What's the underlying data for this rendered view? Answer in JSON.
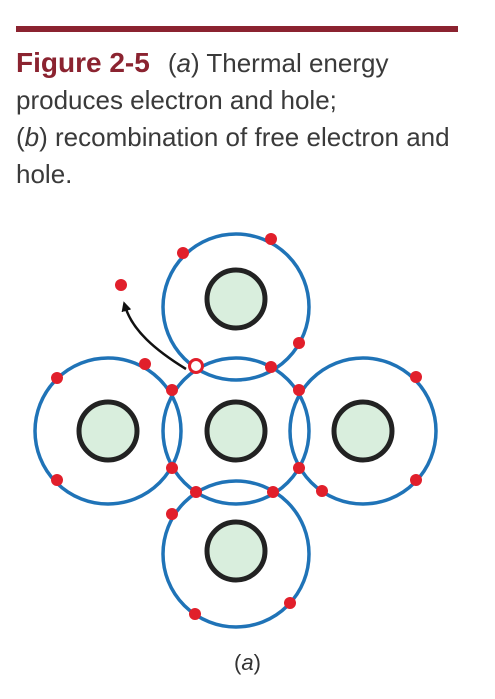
{
  "caption": {
    "figure_label": "Figure 2-5",
    "a_open": "(",
    "a_letter": "a",
    "a_text": ") Thermal energy produces electron and hole;",
    "b_open": "(",
    "b_letter": "b",
    "b_text": ") recombination of free electron and hole."
  },
  "sub_label": {
    "open": "(",
    "letter": "a",
    "close": ")"
  },
  "colors": {
    "accent": "#8b2330",
    "orbit": "#1f73b7",
    "nucleus_fill": "#d9eedd",
    "nucleus_stroke": "#222222",
    "electron": "#e11f2b",
    "arrow": "#111111"
  }
}
